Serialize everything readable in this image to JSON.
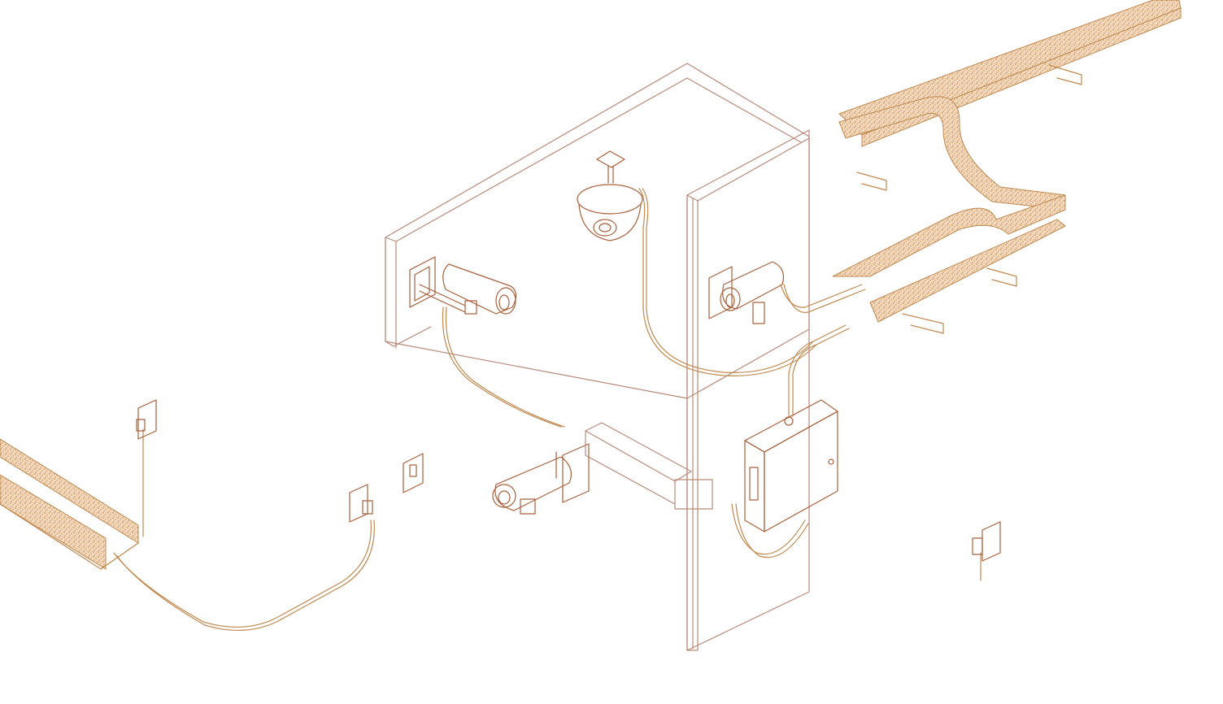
{
  "diagram": {
    "kind": "isometric CCTV wiring illustration",
    "colors": {
      "background": "#ffffff",
      "structure": "#b98a7a",
      "cable": "#c0894f",
      "tray_fill": "#d9a066",
      "device": "#a8613c"
    },
    "elements": [
      {
        "id": "wall-panel",
        "icon": "wall-block"
      },
      {
        "id": "column",
        "icon": "column-block"
      },
      {
        "id": "dome-camera",
        "icon": "dome-camera-icon"
      },
      {
        "id": "bullet-camera-left",
        "icon": "bullet-camera-icon"
      },
      {
        "id": "bullet-camera-right",
        "icon": "bullet-camera-icon"
      },
      {
        "id": "bullet-camera-lower",
        "icon": "bullet-camera-icon"
      },
      {
        "id": "junction-box",
        "icon": "junction-box-icon"
      },
      {
        "id": "cable-tray-right",
        "icon": "cable-tray-icon"
      },
      {
        "id": "cable-tray-left",
        "icon": "cable-tray-icon"
      },
      {
        "id": "wall-outlet-1",
        "icon": "outlet-icon"
      },
      {
        "id": "wall-outlet-2",
        "icon": "outlet-icon"
      },
      {
        "id": "wall-outlet-3",
        "icon": "outlet-icon"
      },
      {
        "id": "wall-outlet-4",
        "icon": "outlet-icon"
      }
    ]
  }
}
